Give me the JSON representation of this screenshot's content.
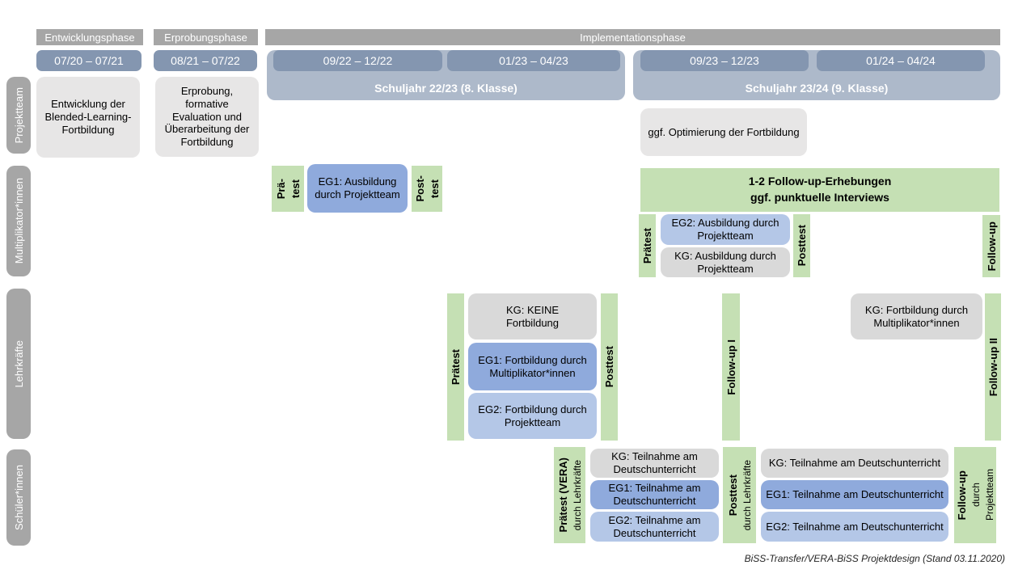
{
  "header": {
    "phases": [
      {
        "label": "Entwicklungsphase"
      },
      {
        "label": "Erprobungsphase"
      },
      {
        "label": "Implementationsphase"
      }
    ],
    "dates": [
      "07/20 – 07/21",
      "08/21 – 07/22",
      "09/22 – 12/22",
      "01/23 – 04/23",
      "09/23 – 12/23",
      "01/24 – 04/24"
    ],
    "school_years": [
      "Schuljahr 22/23 (8. Klasse)",
      "Schuljahr 23/24 (9. Klasse)"
    ]
  },
  "row_labels": [
    "Projektteam",
    "Multiplikator*innen",
    "Lehrkräfte",
    "Schüler*innen"
  ],
  "projektteam": {
    "development": "Entwicklung der Blended-Learning-Fortbildung",
    "testing": "Erprobung, formative Evaluation und Überarbeitung der Fortbildung",
    "optimization": "ggf. Optimierung der Fortbildung"
  },
  "multi": {
    "pretest_a": "Prä-",
    "pretest_b": "test",
    "eg1": "EG1: Ausbildung durch Projektteam",
    "posttest_a": "Post-",
    "posttest_b": "test",
    "banner_line1": "1-2 Follow-up-Erhebungen",
    "banner_line2": "ggf. punktuelle Interviews",
    "pretest2": "Prätest",
    "eg2": "EG2: Ausbildung durch Projektteam",
    "kg": "KG: Ausbildung durch Projektteam",
    "posttest2": "Posttest",
    "followup": "Follow-up"
  },
  "lehr": {
    "pretest": "Prätest",
    "kg_none": "KG: KEINE Fortbildung",
    "eg1": "EG1: Fortbildung durch Multiplikator*innen",
    "eg2": "EG2: Fortbildung durch Projektteam",
    "posttest": "Posttest",
    "followup1": "Follow-up I",
    "kg_fortbildung": "KG: Fortbildung durch Multiplikator*innen",
    "followup2": "Follow-up II"
  },
  "schueler": {
    "pretest_main": "Prätest (VERA)",
    "pretest_sub": "durch Lehrkräfte",
    "kg": "KG: Teilnahme am Deutschunterricht",
    "eg1": "EG1: Teilnahme am Deutschunterricht",
    "eg2": "EG2: Teilnahme am Deutschunterricht",
    "posttest_main": "Posttest",
    "posttest_sub": "durch Lehrkräfte",
    "kg2": "KG: Teilnahme am Deutschunterricht",
    "eg1b": "EG1: Teilnahme am Deutschunterricht",
    "eg2b": "EG2: Teilnahme am Deutschunterricht",
    "followup_main": "Follow-up",
    "followup_sub1": "durch",
    "followup_sub2": "Projektteam"
  },
  "caption": "BiSS-Transfer/VERA-BiSS Projektdesign (Stand 03.11.2020)",
  "colors": {
    "phase_header_gray": "#a6a6a6",
    "row_label_gray": "#a6a6a6",
    "date_blue": "#8496b0",
    "school_year_band_blue": "#adb9ca",
    "light_gray_box": "#e7e6e6",
    "kg_gray": "#d9d9d9",
    "eg1_blue": "#8faadc",
    "eg2_blue": "#b4c7e7",
    "test_green": "#c5e0b4"
  }
}
